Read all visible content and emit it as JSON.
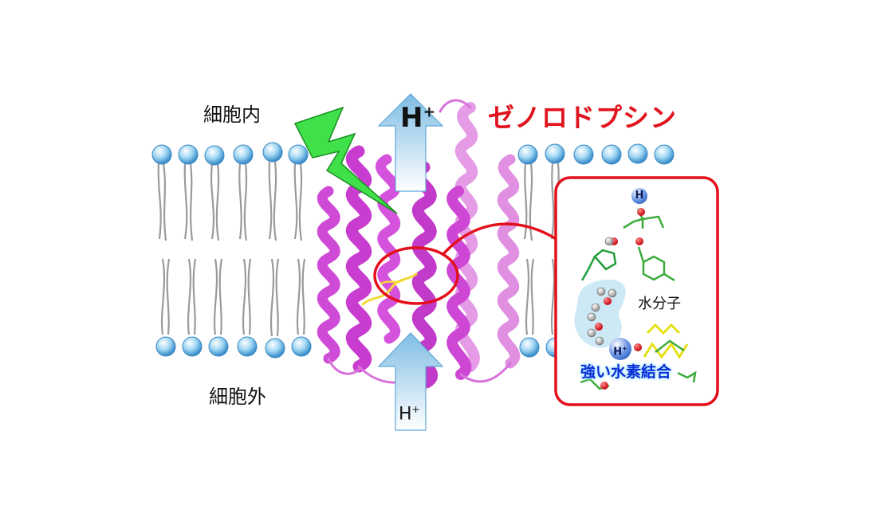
{
  "labels": {
    "intracellular": "細胞内",
    "extracellular": "細胞外",
    "protein_name": "ゼノロドプシン",
    "proton_top": "H",
    "proton_top_sup": "+",
    "proton_bottom": "H",
    "proton_bottom_sup": "+",
    "water_molecule": "水分子",
    "strong_hbond": "強い水素結合",
    "atom_h": "H",
    "atom_hplus": "H",
    "atom_hplus_sup": "+"
  },
  "colors": {
    "title_red": "#e0141e",
    "helix_magenta": "#d23fd6",
    "lipid_head": "#8fd0f2",
    "arrow_blue": "#8cc6e6",
    "lightning_green": "#3fe04a",
    "inset_border": "#e3101c",
    "water_pocket": "#cde9f6"
  }
}
